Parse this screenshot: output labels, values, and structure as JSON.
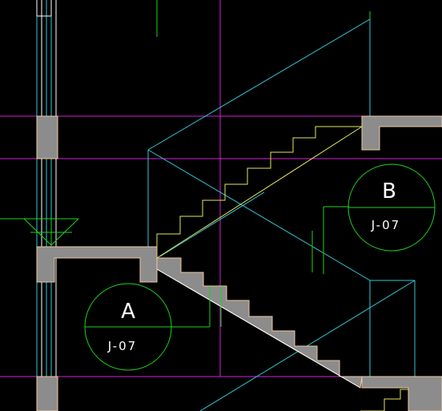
{
  "colors": {
    "background": "#000000",
    "magenta": "#d81ed8",
    "cyan": "#33c8d8",
    "yellow": "#e6e65a",
    "green": "#1ed21e",
    "concrete_fill": "#8c8c8c",
    "concrete_edge": "#f0c8a0",
    "white_text": "#ffffff"
  },
  "callouts": [
    {
      "id": "A",
      "letter": "A",
      "sheet": "J-07"
    },
    {
      "id": "B",
      "letter": "B",
      "sheet": "J-07"
    }
  ]
}
